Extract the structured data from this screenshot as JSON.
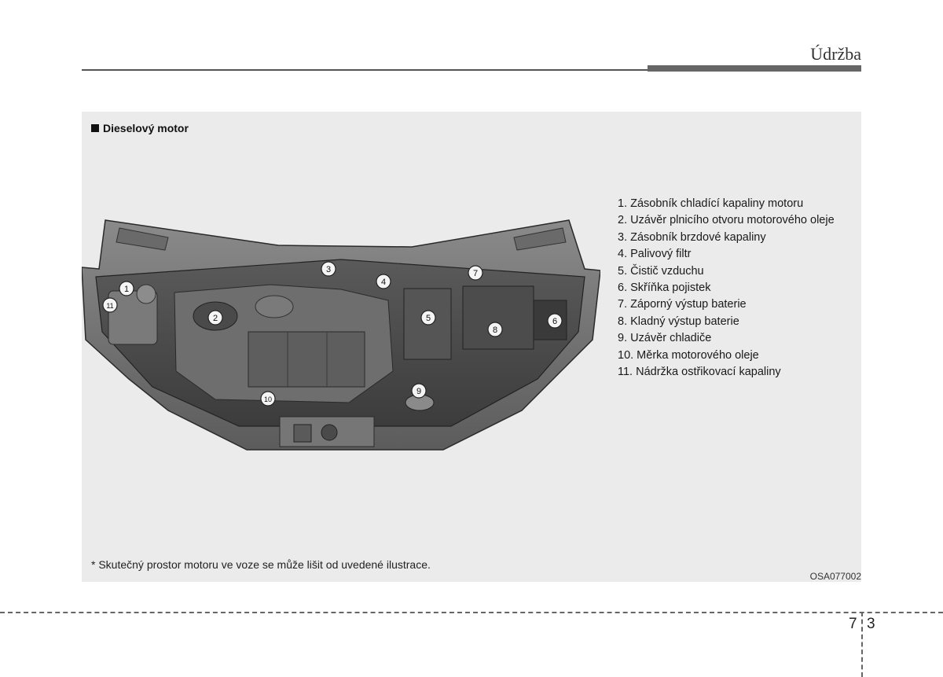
{
  "header": {
    "title": "Údržba"
  },
  "section": {
    "title": "Dieselový motor"
  },
  "legend": [
    "1. Zásobník chladící kapaliny motoru",
    "2. Uzávěr plnicího otvoru motorového oleje",
    "3. Zásobník brzdové kapaliny",
    "4. Palivový filtr",
    "5. Čistič vzduchu",
    "6. Skříňka pojistek",
    "7. Záporný výstup baterie",
    "8. Kladný výstup baterie",
    "9. Uzávěr chladiče",
    "10. Měrka motorového oleje",
    "11. Nádržka ostřikovací kapaliny"
  ],
  "callouts": [
    "1",
    "2",
    "3",
    "4",
    "5",
    "6",
    "7",
    "8",
    "9",
    "10",
    "11"
  ],
  "footnote": "* Skutečný prostor motoru ve voze se může lišit od uvedené ilustrace.",
  "figure_code": "OSA077002",
  "page": {
    "chapter": "7",
    "number": "3"
  }
}
